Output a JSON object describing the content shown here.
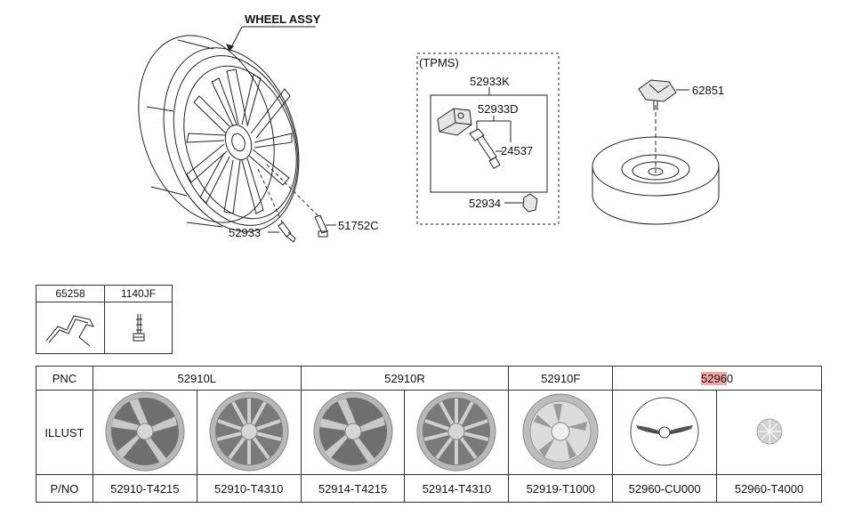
{
  "diagram": {
    "title": "WHEEL ASSY",
    "tpms_group": "(TPMS)",
    "callouts": {
      "wheel_bolt": "52933",
      "balance_weight": "51752C",
      "tpms_kit": "52933K",
      "tpms_valve": "52933D",
      "tpms_sensor": "24537",
      "valve_cap": "52934",
      "spare_bolt": "62851"
    },
    "small_parts": [
      {
        "part_no": "65258",
        "icon": "bracket-icon"
      },
      {
        "part_no": "1140JF",
        "icon": "bolt-icon"
      }
    ]
  },
  "table": {
    "row_labels": {
      "pnc": "PNC",
      "illust": "ILLUST",
      "pno": "P/NO"
    },
    "pnc_groups": [
      {
        "pnc": "52910L",
        "highlight": ""
      },
      {
        "pnc": "52910R",
        "highlight": ""
      },
      {
        "pnc": "52910F",
        "highlight": ""
      },
      {
        "pnc_highlight": "5296",
        "pnc_rest": "0"
      }
    ],
    "parts": [
      {
        "part_no": "52910-T4215",
        "icon": "twisted-spoke-wheel-icon"
      },
      {
        "part_no": "52910-T4310",
        "icon": "multi-spoke-wheel-icon"
      },
      {
        "part_no": "52914-T4215",
        "icon": "twisted-spoke-wheel-icon"
      },
      {
        "part_no": "52914-T4310",
        "icon": "multi-spoke-wheel-icon"
      },
      {
        "part_no": "52919-T1000",
        "icon": "spare-wheel-icon"
      },
      {
        "part_no": "52960-CU000",
        "icon": "wing-emblem-cap-icon"
      },
      {
        "part_no": "52960-T4000",
        "icon": "small-hub-cap-icon"
      }
    ],
    "highlight_color": "#f4a6a6"
  }
}
